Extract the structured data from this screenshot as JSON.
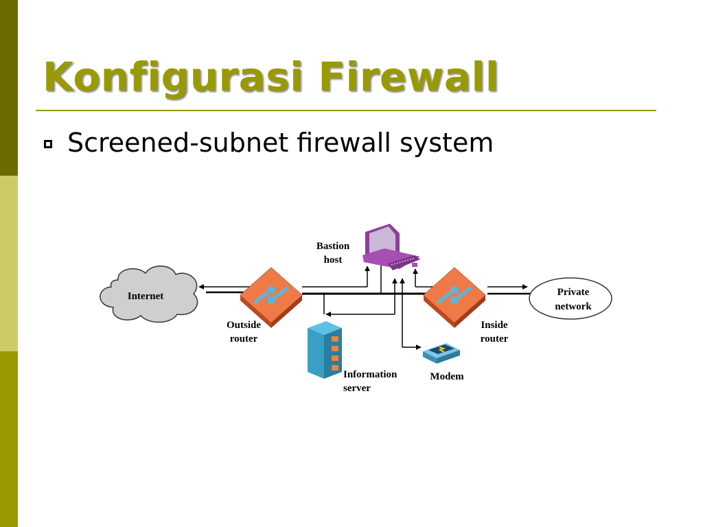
{
  "slide": {
    "title": "Konfigurasi Firewall",
    "bullet": "Screened-subnet firewall system"
  },
  "diagram": {
    "nodes": {
      "internet": "Internet",
      "outside_router": [
        "Outside",
        "router"
      ],
      "bastion_host": [
        "Bastion",
        "host"
      ],
      "information_server": [
        "Information",
        "server"
      ],
      "modem": "Modem",
      "inside_router": [
        "Inside",
        "router"
      ],
      "private_network": [
        "Private",
        "network"
      ]
    }
  },
  "colors": {
    "sidebar_dark": "#6b6b00",
    "sidebar_light": "#cccc66",
    "sidebar_mid": "#999900",
    "title": "#999900",
    "router": "#e8663a",
    "computer": "#a64fb2",
    "server": "#3a9fc4",
    "cloud": "#cfcfcf"
  }
}
